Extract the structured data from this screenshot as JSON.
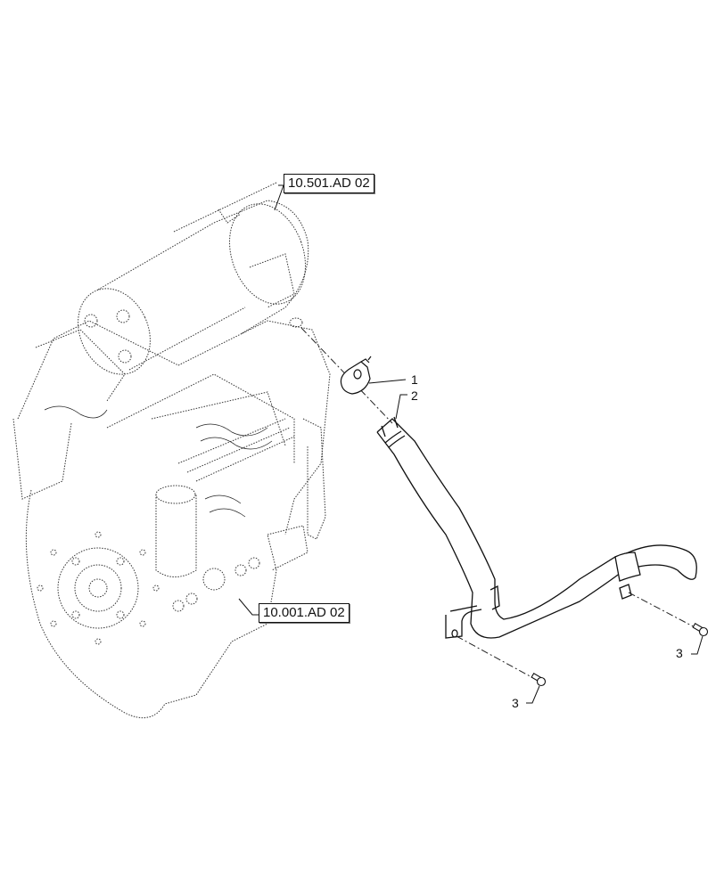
{
  "diagram": {
    "type": "exploded-parts-view",
    "subject": "engine with tailpipe / exhaust pipe assembly",
    "reference_labels": [
      {
        "id": "ref-top",
        "text": "10.501.AD 02"
      },
      {
        "id": "ref-bottom",
        "text": "10.001.AD 02"
      }
    ],
    "callouts": [
      {
        "number": "1",
        "part": "clamp"
      },
      {
        "number": "2",
        "part": "exhaust-pipe"
      },
      {
        "number": "3",
        "part": "bolt-left"
      },
      {
        "number": "3",
        "part": "bolt-right"
      }
    ],
    "colors": {
      "line": "#111111",
      "background": "#ffffff",
      "dotted": "#333333"
    }
  }
}
